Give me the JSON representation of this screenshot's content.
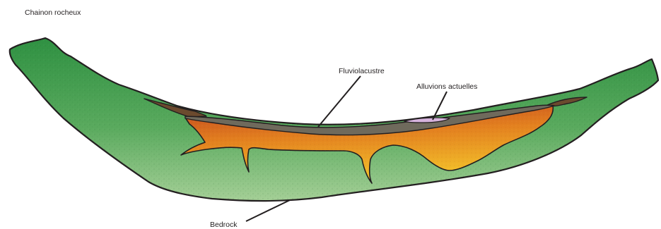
{
  "title": "Chainon rocheux",
  "labels": {
    "fluviolacustre": "Fluviolacustre",
    "alluvions": "Alluvions actuelles",
    "bedrock": "Bedrock"
  },
  "colors": {
    "bedrock_dark": "#2f9142",
    "bedrock_light": "#9cc98f",
    "brown_cap": "#6b4a2e",
    "grey_layer": "#6f6a5c",
    "fill_top": "#c2451f",
    "fill_mid": "#e3801f",
    "fill_bottom": "#f3c12a",
    "alluvium": "#d6b3dd",
    "outline": "#231f20"
  }
}
